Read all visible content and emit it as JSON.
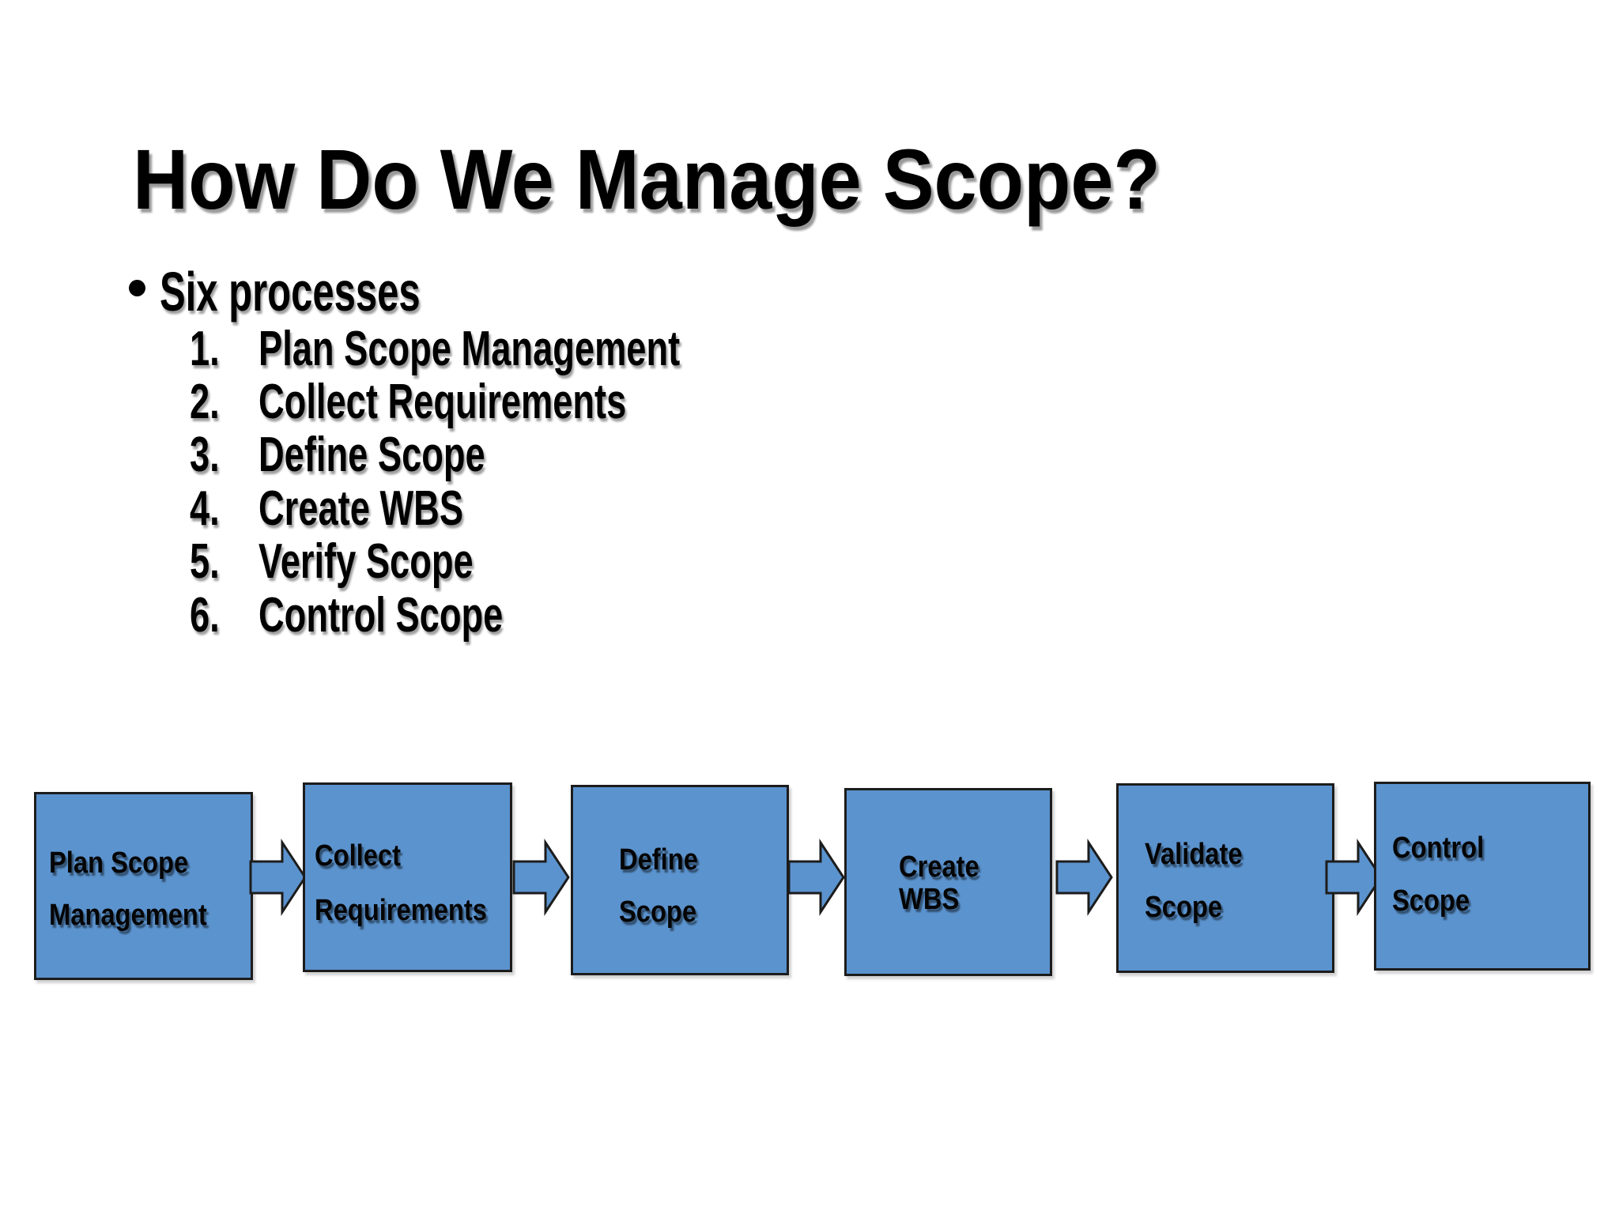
{
  "slide": {
    "title": "How Do We Manage Scope?",
    "bullet_item": "Six processes",
    "numbered_items": [
      {
        "num": "1.",
        "text": "Plan Scope Management"
      },
      {
        "num": "2.",
        "text": "Collect Requirements"
      },
      {
        "num": "3.",
        "text": "Define Scope"
      },
      {
        "num": "4.",
        "text": "Create WBS"
      },
      {
        "num": "5.",
        "text": "Verify Scope"
      },
      {
        "num": "6.",
        "text": "Control Scope"
      }
    ]
  },
  "flowchart": {
    "boxes": [
      {
        "lines": [
          "Plan Scope",
          "Management"
        ]
      },
      {
        "lines": [
          "Collect",
          "Requirements"
        ]
      },
      {
        "lines": [
          "Define",
          "Scope"
        ]
      },
      {
        "lines": [
          "Create",
          "WBS"
        ]
      },
      {
        "lines": [
          "Validate",
          "Scope"
        ]
      },
      {
        "lines": [
          "Control",
          "Scope"
        ]
      }
    ],
    "colors": {
      "box_fill": "#5b93ce",
      "box_border": "#1c1c1c",
      "arrow_fill": "#5b93ce",
      "arrow_border": "#1c1c1c",
      "text": "#000000",
      "background": "#ffffff"
    }
  }
}
